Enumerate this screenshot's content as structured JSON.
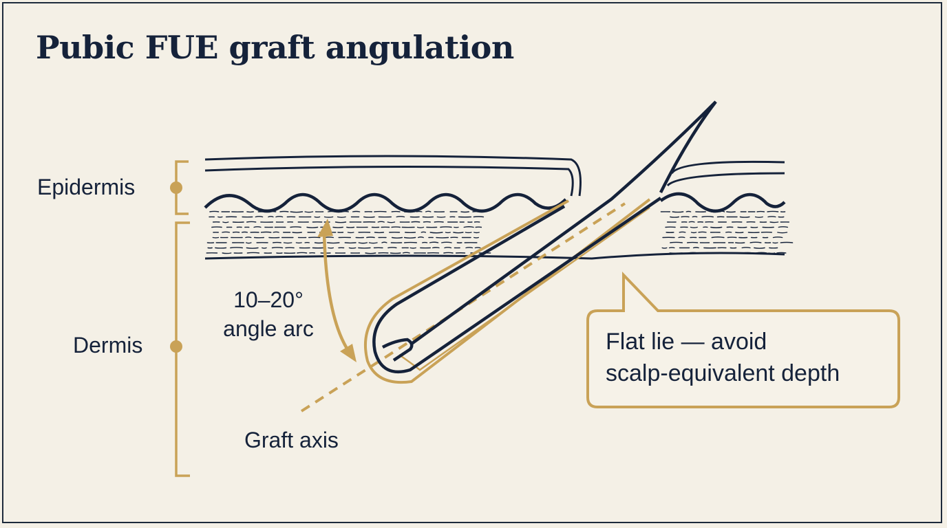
{
  "title": "Pubic FUE graft angulation",
  "layers": {
    "epidermis": "Epidermis",
    "dermis": "Dermis"
  },
  "angle": {
    "line1": "10–20°",
    "line2": "angle arc"
  },
  "axis_label": "Graft axis",
  "callout": {
    "line1": "Flat lie — avoid",
    "line2": "scalp-equivalent depth"
  },
  "colors": {
    "navy": "#15223a",
    "gold": "#c9a257",
    "background": "#f4f0e6"
  }
}
